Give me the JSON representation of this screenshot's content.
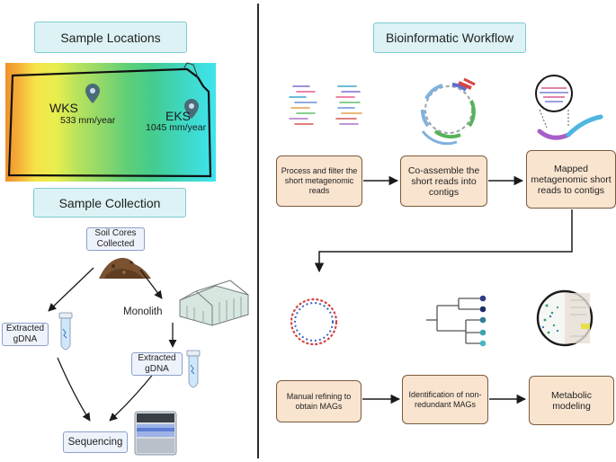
{
  "left": {
    "sample_locations_title": "Sample Locations",
    "map": {
      "wks_label": "WKS",
      "wks_precip": "533 mm/year",
      "eks_label": "EKS",
      "eks_precip": "1045 mm/year"
    },
    "sample_collection_title": "Sample Collection",
    "soil_cores": "Soil Cores Collected",
    "monolith": "Monolith",
    "extracted_gdna_left": "Extracted gDNA",
    "extracted_gdna_right": "Extracted gDNA",
    "sequencing": "Sequencing"
  },
  "right": {
    "workflow_title": "Bioinformatic Workflow",
    "steps": [
      "Process and filter the short metagenomic reads",
      "Co-assemble the short reads into contigs",
      "Mapped metagenomic short reads to contigs",
      "Manual refining to obtain MAGs",
      "Identification of non-redundant MAGs",
      "Metabolic modeling"
    ]
  },
  "colors": {
    "header_fill": "#dcf2f4",
    "header_border": "#7ccbd3",
    "step_fill": "#f9e4cf",
    "step_border": "#7b5b3d",
    "label_fill": "#eef2fb",
    "map_pin": "#4a6b78"
  }
}
